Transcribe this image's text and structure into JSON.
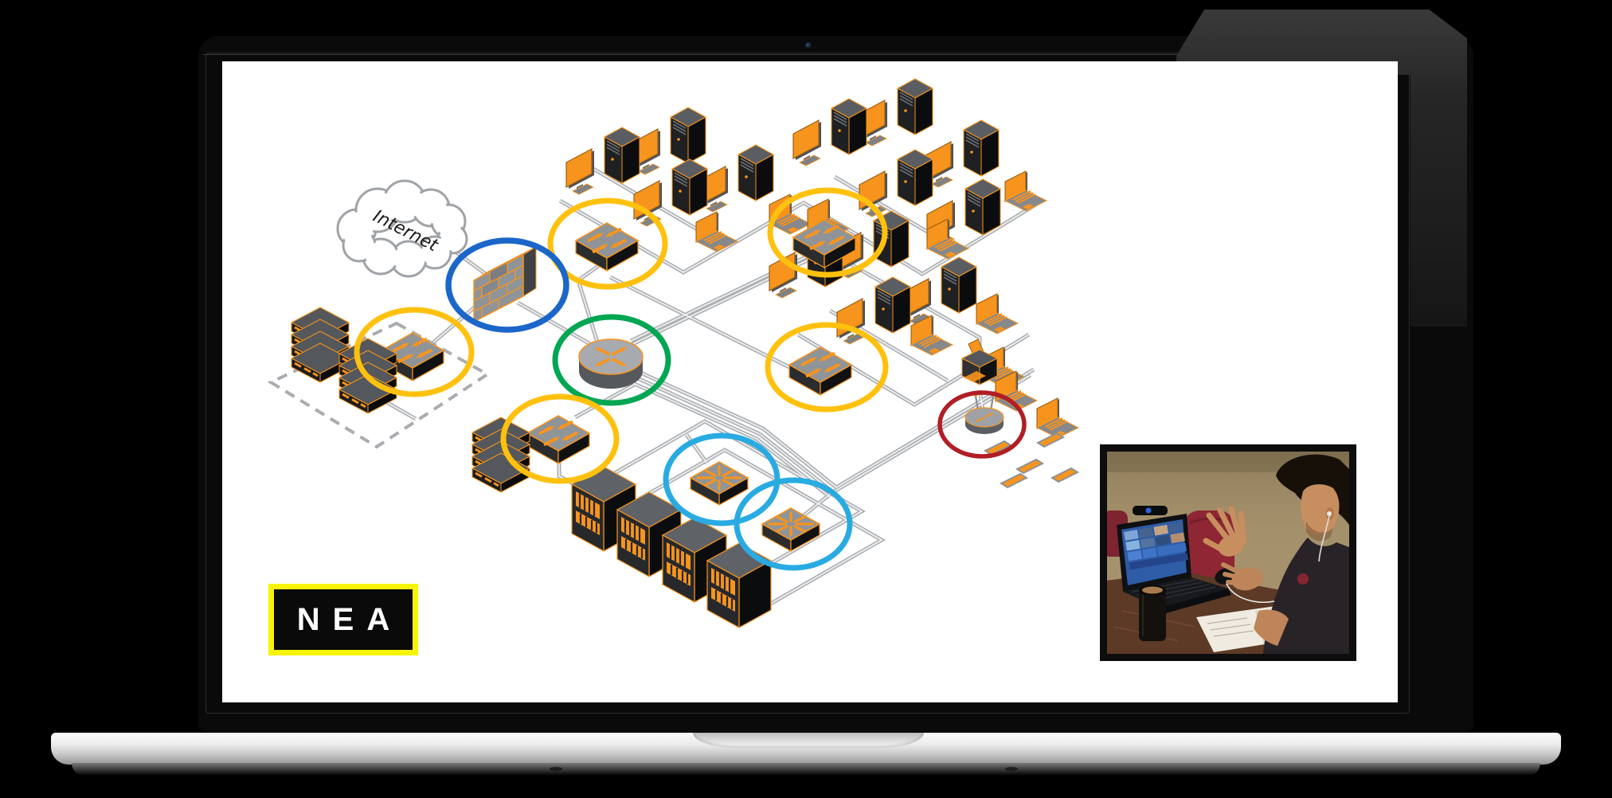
{
  "diagram": {
    "cloud_label": "Internet",
    "logo_text": "NEA",
    "nodes": [
      {
        "name": "internet-cloud",
        "type": "cloud",
        "highlight": null
      },
      {
        "name": "firewall",
        "type": "firewall",
        "highlight": "blue"
      },
      {
        "name": "core-router",
        "type": "router",
        "highlight": "green"
      },
      {
        "name": "switch-top-center",
        "type": "switch",
        "highlight": "yellow"
      },
      {
        "name": "switch-top-right",
        "type": "switch",
        "highlight": "yellow"
      },
      {
        "name": "switch-left",
        "type": "switch",
        "highlight": "yellow"
      },
      {
        "name": "switch-mid-right",
        "type": "switch",
        "highlight": "yellow"
      },
      {
        "name": "switch-bottom-left",
        "type": "switch",
        "highlight": "yellow"
      },
      {
        "name": "hub-1",
        "type": "hub",
        "highlight": "cyan"
      },
      {
        "name": "hub-2",
        "type": "hub",
        "highlight": "cyan"
      },
      {
        "name": "wireless-access-point",
        "type": "access-point",
        "highlight": "red"
      },
      {
        "name": "print-server",
        "type": "server-box",
        "highlight": null
      }
    ],
    "device_groups": {
      "workstation_clusters": [
        {
          "name": "top-center",
          "desktops": 4,
          "laptops": 2
        },
        {
          "name": "top-right",
          "desktops": 5,
          "laptops": 3
        },
        {
          "name": "mid-right",
          "desktops": 4,
          "laptops": 3
        }
      ],
      "wireless_devices": {
        "laptops": 2,
        "tablets": 5
      },
      "server_towers": 4,
      "server_stacks": 3
    }
  },
  "palette": {
    "device_orange": "#F7941E",
    "circle_yellow": "#FFC10E",
    "circle_blue": "#1B66C9",
    "circle_green": "#00A651",
    "circle_cyan": "#29ABE2",
    "circle_red": "#B01E24",
    "line_gray": "#ADB1B5",
    "logo_border_yellow": "#F6F400"
  },
  "overlay": {
    "name": "presenter-webcam-video"
  }
}
